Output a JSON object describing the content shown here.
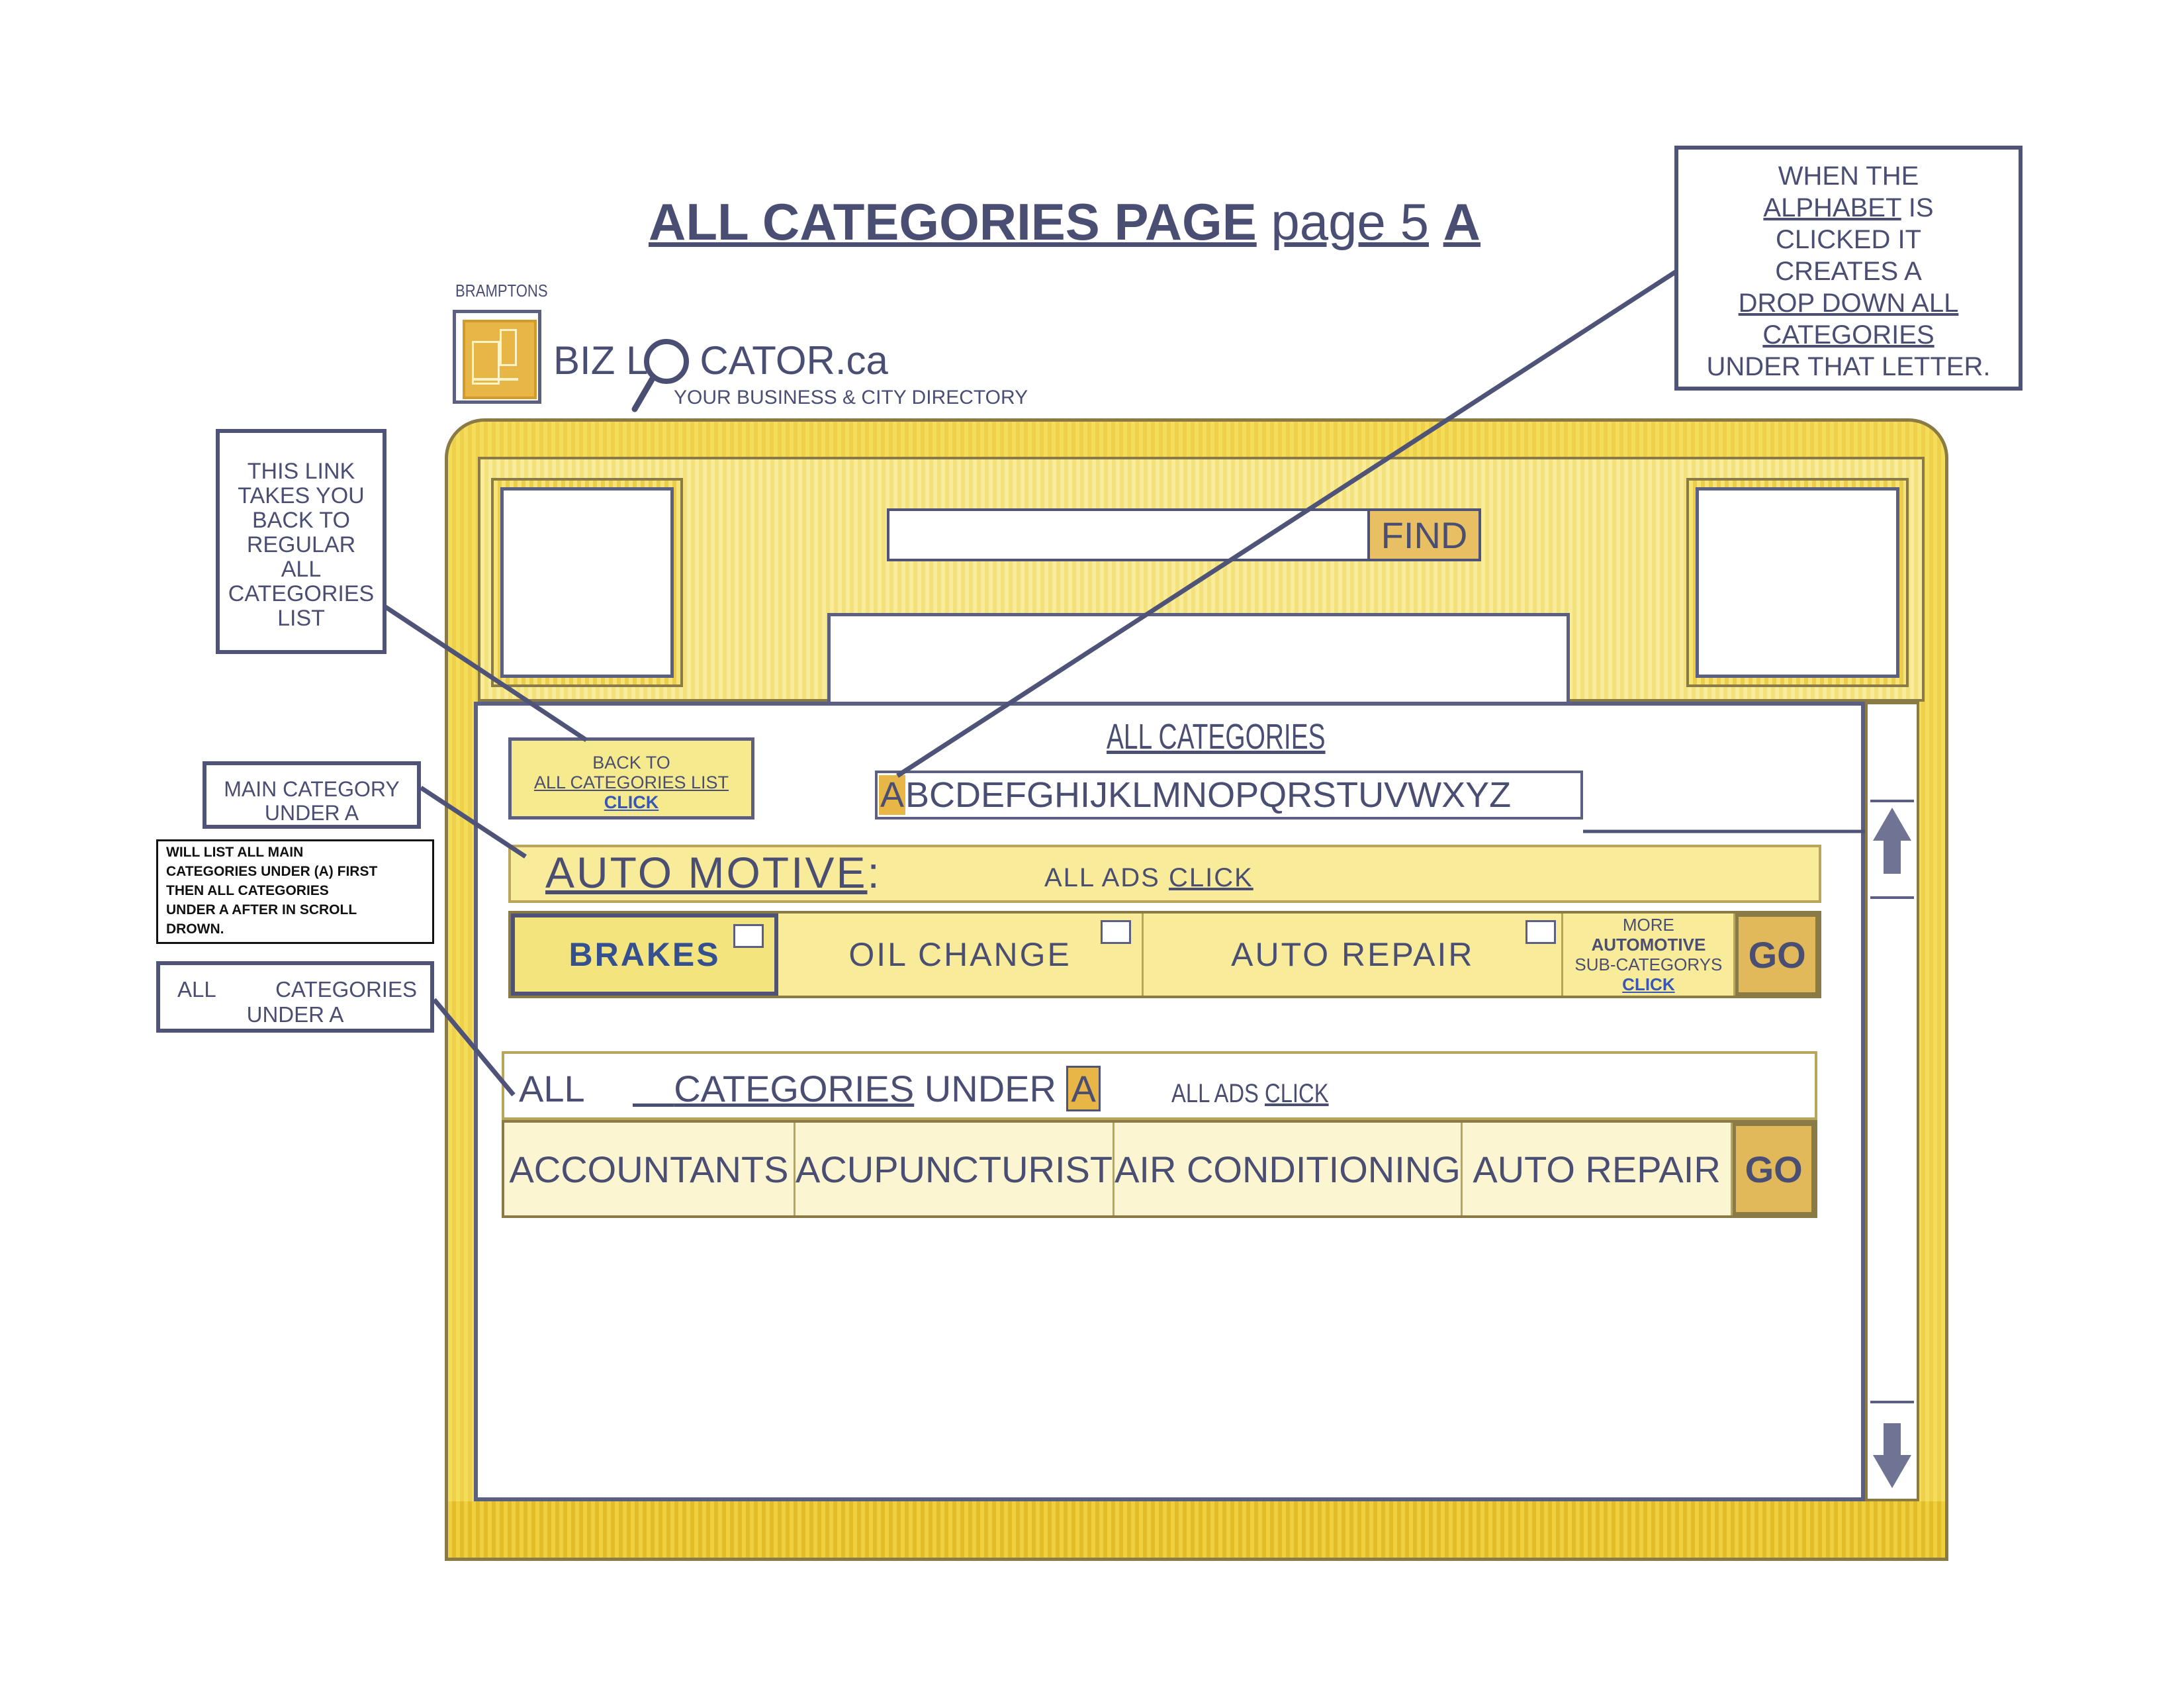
{
  "page_title": {
    "bold": "ALL CATEGORIES PAGE",
    "normal": "page 5",
    "letter": "A"
  },
  "logo": {
    "small_label": "BRAMPTONS",
    "name_left": "BIZ L",
    "name_right": "CATOR.ca",
    "tagline": "YOUR BUSINESS & CITY DIRECTORY"
  },
  "callouts": {
    "top": {
      "line1": "WHEN THE",
      "line2": "ALPHABET",
      "line2_rest": " IS",
      "line3": "CLICKED IT",
      "line4": "CREATES A",
      "line5": "DROP DOWN ALL",
      "line6": "CATEGORIES",
      "line7": "UNDER THAT LETTER."
    },
    "link": [
      "THIS LINK",
      "TAKES YOU",
      "BACK TO",
      "REGULAR",
      "ALL",
      "CATEGORIES",
      "LIST"
    ],
    "main": [
      "MAIN CATEGORY",
      "UNDER A"
    ],
    "note": [
      "WILL LIST ALL MAIN",
      "CATEGORIES UNDER (A) FIRST",
      "THEN ALL CATEGORIES",
      "UNDER A AFTER IN SCROLL",
      "DROWN."
    ],
    "all": {
      "left": "ALL",
      "right": "CATEGORIES",
      "line2": "UNDER A"
    }
  },
  "header": {
    "find_label": "FIND",
    "search_value": ""
  },
  "back_link": {
    "line1": "BACK TO",
    "line2": "ALL CATEGORIES LIST",
    "line3": "CLICK"
  },
  "all_categories": {
    "title": "ALL CATEGORIES",
    "selected_letter": "A",
    "rest_letters": "BCDEFGHIJKLMNOPQRSTUVWXYZ"
  },
  "automotive": {
    "title": "AUTO MOTIVE",
    "colon": ":",
    "ads_label": "ALL ADS ",
    "ads_click": "CLICK",
    "sub_categories": [
      "BRAKES",
      "OIL CHANGE",
      "AUTO REPAIR"
    ],
    "more": {
      "line1": "MORE",
      "line2": "AUTOMOTIVE",
      "line3": "SUB-CATEGORYS",
      "line4": "CLICK"
    },
    "go_label": "GO"
  },
  "under_a": {
    "all_label": "ALL",
    "categories_label": "CATEGORIES",
    "under_label": " UNDER ",
    "letter": "A",
    "ads_label": "ALL ADS ",
    "ads_click": "CLICK",
    "categories": [
      "ACCOUNTANTS",
      "ACUPUNCTURIST",
      "AIR CONDITIONING",
      "AUTO REPAIR"
    ],
    "go_label": "GO"
  },
  "colors": {
    "frame_yellow": "#f5dd5c",
    "accent_gold": "#e8b547",
    "text_navy": "#4a4e72",
    "link_blue": "#3856b8"
  },
  "icons": {
    "scroll_up": "arrow-up-icon",
    "scroll_down": "arrow-down-icon",
    "magnifier": "magnifier-icon"
  }
}
